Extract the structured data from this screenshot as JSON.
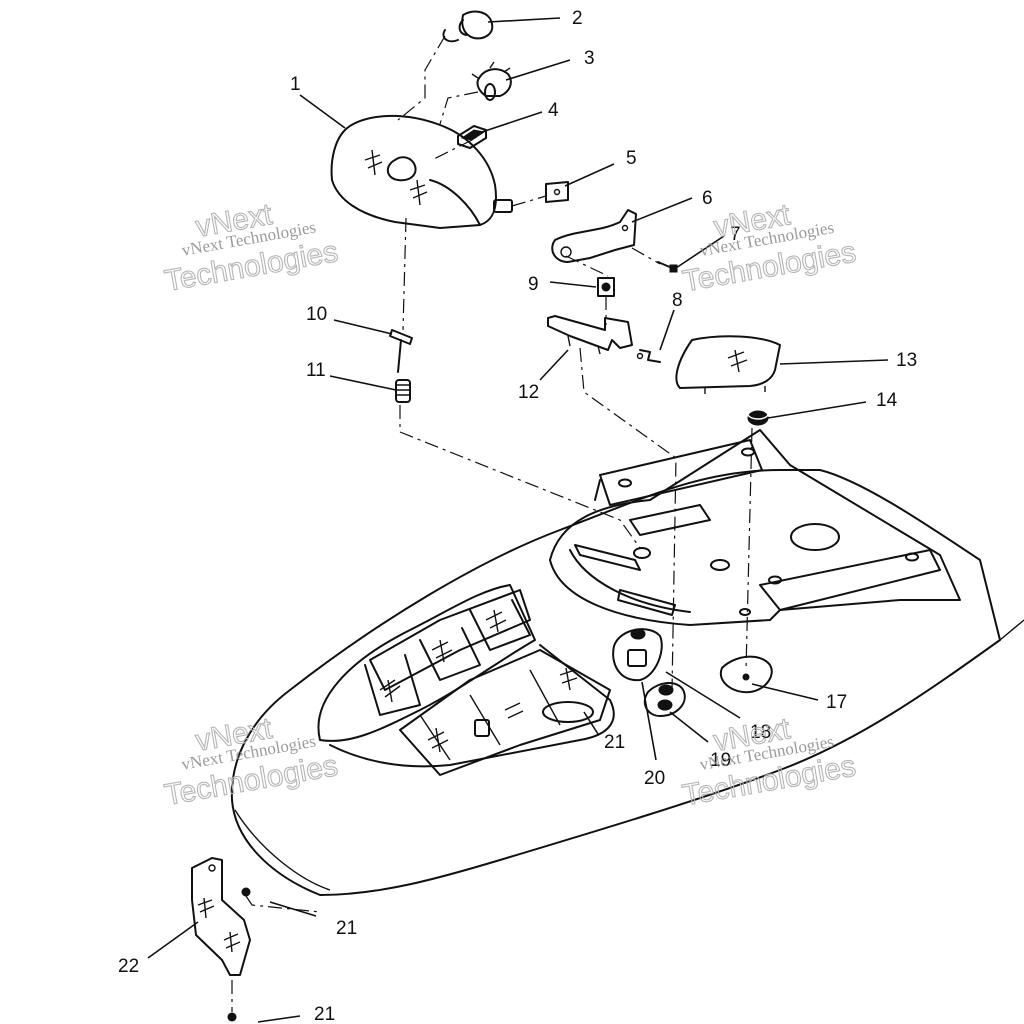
{
  "callouts": [
    "1",
    "2",
    "3",
    "4",
    "5",
    "6",
    "7",
    "8",
    "9",
    "10",
    "11",
    "12",
    "13",
    "14",
    "17",
    "18",
    "19",
    "20",
    "21",
    "21",
    "21",
    "22"
  ],
  "watermark": {
    "line1": "vNext Technologies",
    "big_top": "vNext",
    "big_bottom": "Technologies"
  }
}
